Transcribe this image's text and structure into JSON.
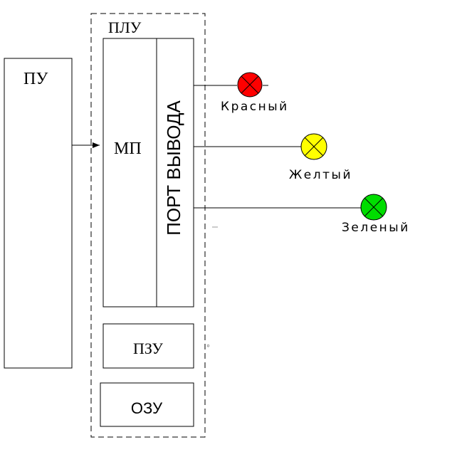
{
  "blocks": {
    "pu_label": "ПУ",
    "plu_label": "ПЛУ",
    "mp_label": "МП",
    "port_label": "ПОРТ ВЫВОДА",
    "pzu_label": "ПЗУ",
    "ozu_label": "ОЗУ"
  },
  "lamps": [
    {
      "label": "Красный",
      "color": "#ff0000"
    },
    {
      "label": "Желтый",
      "color": "#ffff00"
    },
    {
      "label": "Зеленый",
      "color": "#00dd00"
    }
  ]
}
